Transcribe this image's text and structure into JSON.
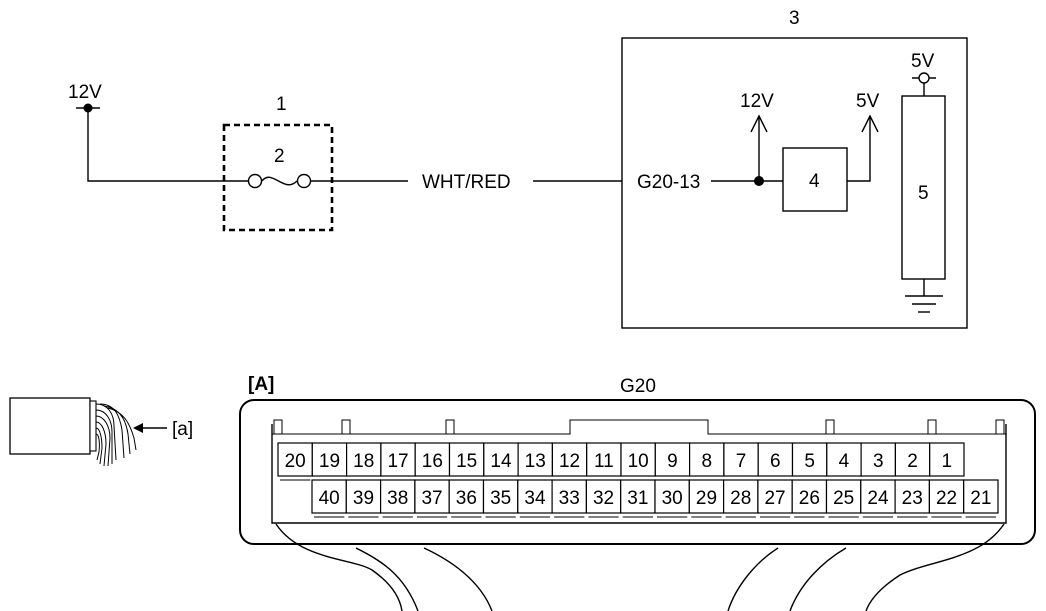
{
  "supply": {
    "voltage": "12V"
  },
  "fuse_box": {
    "callout": "1"
  },
  "fuse": {
    "callout": "2"
  },
  "wire": {
    "color": "WHT/RED"
  },
  "module": {
    "callout": "3",
    "terminal": "G20-13",
    "supply_voltage": "12V",
    "regulator_callout": "4",
    "regulated_voltage": "5V",
    "sensor_supply_voltage": "5V",
    "sensor_callout": "5"
  },
  "connector_view": {
    "label": "[A]",
    "connector_id": "G20",
    "harness_arrow_label": "[a]",
    "top_row_pins": [
      "20",
      "19",
      "18",
      "17",
      "16",
      "15",
      "14",
      "13",
      "12",
      "11",
      "10",
      "9",
      "8",
      "7",
      "6",
      "5",
      "4",
      "3",
      "2",
      "1"
    ],
    "bottom_row_pins": [
      "40",
      "39",
      "38",
      "37",
      "36",
      "35",
      "34",
      "33",
      "32",
      "31",
      "30",
      "29",
      "28",
      "27",
      "26",
      "25",
      "24",
      "23",
      "22",
      "21"
    ]
  }
}
